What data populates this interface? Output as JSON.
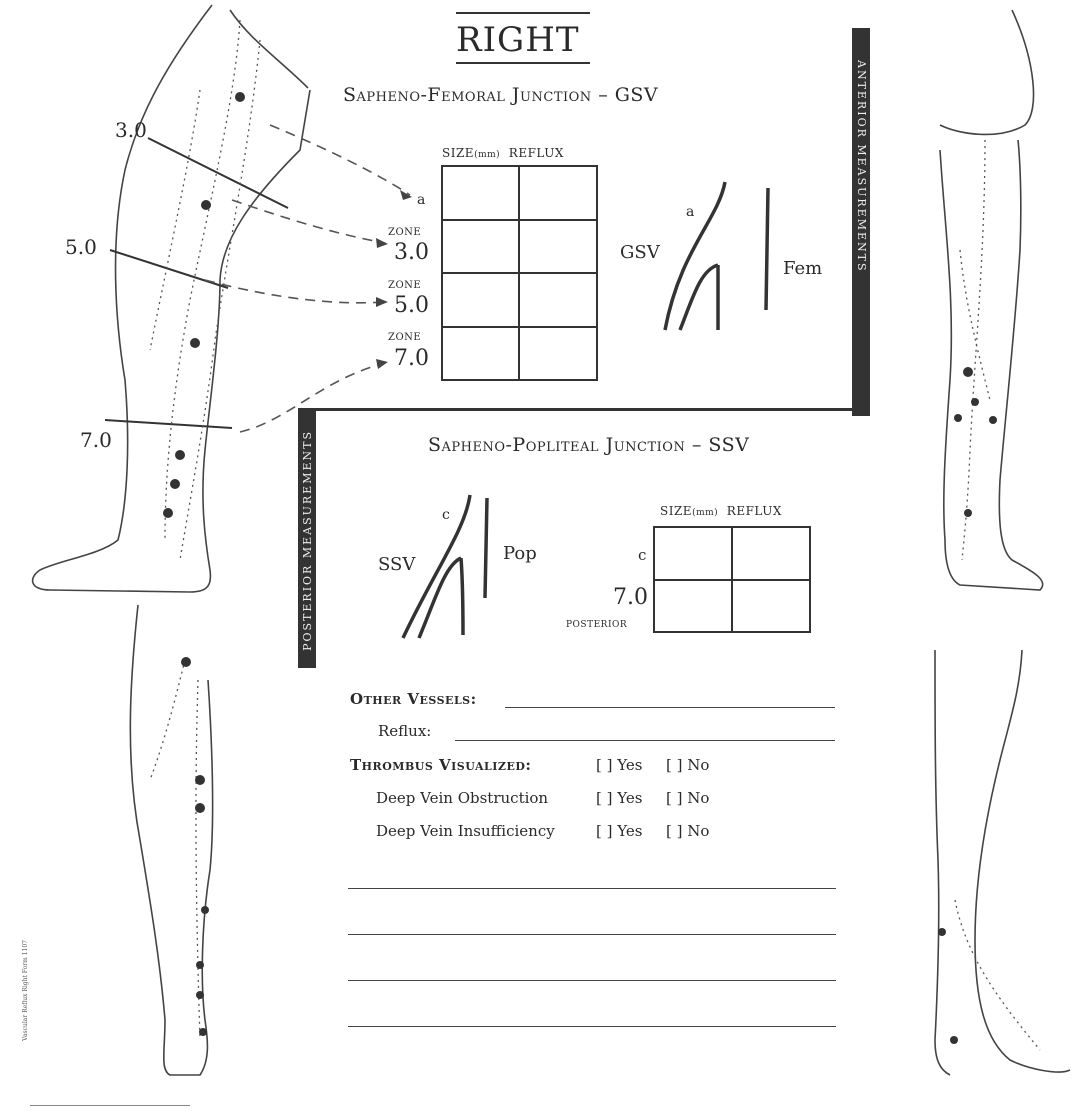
{
  "title": "RIGHT",
  "gsv": {
    "heading": "Sapheno-Femoral Junction – GSV",
    "header_size": "SIZE",
    "header_unit": "(mm)",
    "header_reflux": "REFLUX",
    "rows": [
      {
        "zone": "",
        "value": "a"
      },
      {
        "zone": "ZONE",
        "value": "3.0"
      },
      {
        "zone": "ZONE",
        "value": "5.0"
      },
      {
        "zone": "ZONE",
        "value": "7.0"
      }
    ],
    "diagram": {
      "point": "a",
      "vein": "GSV",
      "deep": "Fem"
    },
    "side_label": "ANTERIOR MEASUREMENTS"
  },
  "ssv": {
    "heading": "Sapheno-Popliteal Junction – SSV",
    "header_size": "SIZE",
    "header_unit": "(mm)",
    "header_reflux": "REFLUX",
    "row_c": "c",
    "row_70": "7.0",
    "row_70_sub": "POSTERIOR",
    "diagram": {
      "point": "c",
      "vein": "SSV",
      "deep": "Pop"
    },
    "side_label": "POSTERIOR MEASUREMENTS"
  },
  "leg_levels": [
    "3.0",
    "5.0",
    "7.0"
  ],
  "form": {
    "other_vessels": "Other Vessels:",
    "reflux": "Reflux:",
    "thrombus": "Thrombus Visualized:",
    "dvo": "Deep Vein Obstruction",
    "dvi": "Deep Vein Insufficiency",
    "yes": "[ ] Yes",
    "no": "[ ] No"
  },
  "footer_code": "Vascular Reflux Right Form 1107"
}
